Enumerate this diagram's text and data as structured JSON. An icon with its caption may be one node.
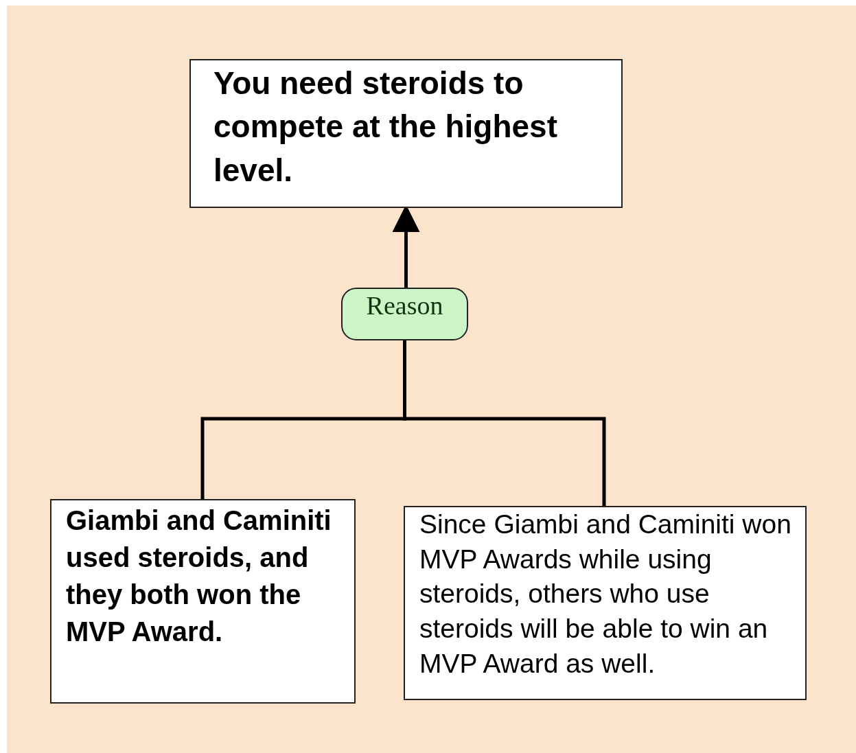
{
  "diagram": {
    "nodes": [
      {
        "text": [
          "You need steroids to compete at the highest level."
        ]
      },
      {
        "text": [
          "Reason"
        ]
      },
      {
        "text": [
          "Giambi and Caminiti used steroids, and they both won the MVP Award."
        ]
      },
      {
        "text": [
          "Since Giambi and Caminiti won MVP Awards while using steroids, others who use steroids will be able to win an MVP Award as well."
        ]
      }
    ],
    "edges": [
      {
        "from": 2,
        "to": 1,
        "arrow": "none"
      },
      {
        "from": 3,
        "to": 1,
        "arrow": "none"
      },
      {
        "from": 1,
        "to": 0,
        "arrow": "to"
      }
    ]
  }
}
